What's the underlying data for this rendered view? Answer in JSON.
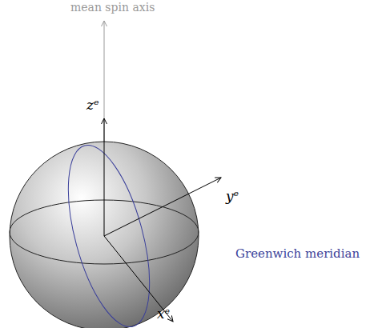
{
  "diagram": {
    "labels": [
      "mean spin axis",
      "zᵉ",
      "yᵉ",
      "xᵉ",
      "Greenwich meridian"
    ]
  }
}
